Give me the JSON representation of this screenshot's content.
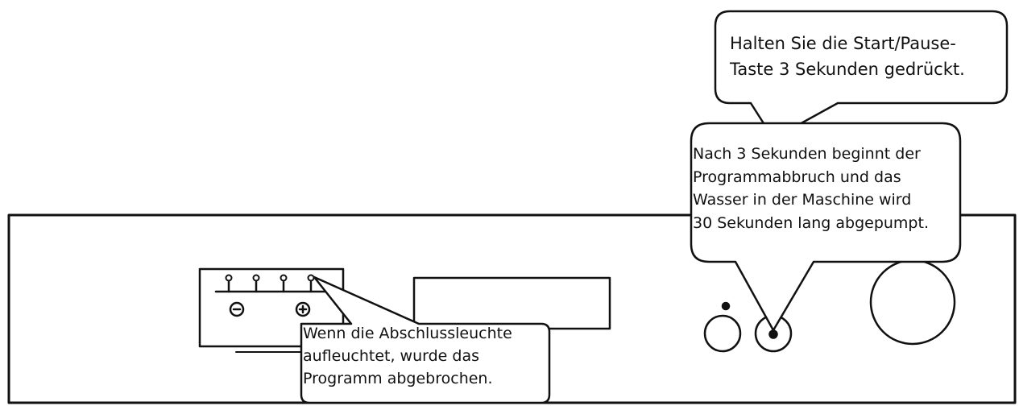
{
  "callouts": {
    "hold_button": {
      "lines": [
        "Halten Sie die Start/Pause-",
        "Taste 3 Sekunden gedrückt."
      ]
    },
    "cancel_drain": {
      "lines": [
        "Nach 3 Sekunden beginnt der",
        "Programmabbruch und das",
        "Wasser in der Maschine wird",
        "30 Sekunden lang abgepumpt."
      ]
    },
    "end_light": {
      "lines": [
        "Wenn die Abschlussleuchte",
        "aufleuchtet, wurde das",
        "Programm abgebrochen."
      ]
    }
  },
  "colors": {
    "stroke": "#111111",
    "background": "#ffffff"
  }
}
